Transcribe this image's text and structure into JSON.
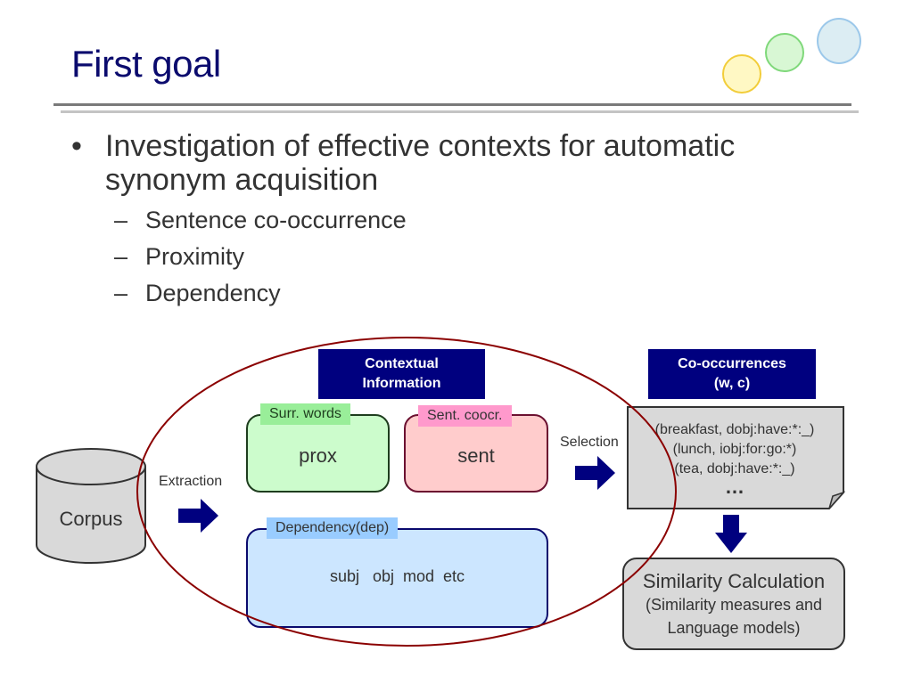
{
  "slide": {
    "title": "First goal",
    "bullets": [
      {
        "text": "Investigation of effective contexts for automatic synonym acquisition",
        "bullet_symbol": "•"
      },
      {
        "text": "Sentence co-occurrence",
        "bullet_symbol": "–",
        "level": 2
      },
      {
        "text": "Proximity",
        "bullet_symbol": "–",
        "level": 2
      },
      {
        "text": "Dependency",
        "bullet_symbol": "–",
        "level": 2
      }
    ],
    "decoration_colors": {
      "yellow": "#fff7c2",
      "green": "#d6f5d6",
      "blue": "#dcecf4"
    }
  },
  "diagram": {
    "corpus_label": "Corpus",
    "extraction_label": "Extraction",
    "contextual_header": [
      "Contextual",
      "Information"
    ],
    "prox": {
      "tag": "Surr. words",
      "label": "prox"
    },
    "sent": {
      "tag": "Sent. coocr.",
      "label": "sent"
    },
    "dep": {
      "tag": "Dependency(dep)",
      "label": "subj   obj  mod  etc"
    },
    "selection_label": "Selection",
    "cooccur_header": [
      "Co-occurrences",
      "(w, c)"
    ],
    "cooccur_items": [
      "(breakfast, dobj:have:*:_)",
      "(lunch, iobj:for:go:*)",
      "(tea, dobj:have:*:_)",
      "…"
    ],
    "similarity": [
      "Similarity Calculation",
      "(Similarity measures and",
      "Language models)"
    ],
    "colors": {
      "navy": "#00007f",
      "ellipse": "#8b0000"
    }
  }
}
